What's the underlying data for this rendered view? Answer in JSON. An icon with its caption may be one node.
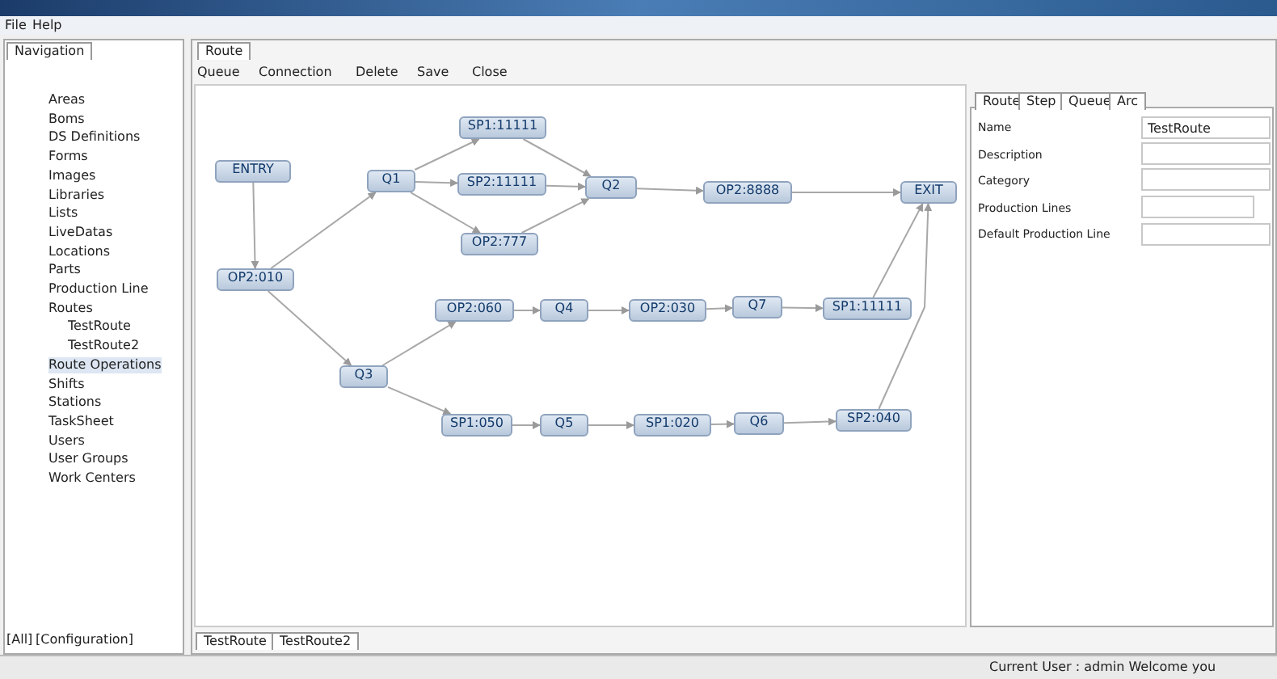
{
  "diagram": {
    "nodes": [
      {
        "text": [
          "ENTRY"
        ]
      },
      {
        "text": [
          "OP2:010"
        ]
      },
      {
        "text": [
          "Q1"
        ]
      },
      {
        "text": [
          "SP1:11111"
        ]
      },
      {
        "text": [
          "SP2:11111"
        ]
      },
      {
        "text": [
          "OP2:777"
        ]
      },
      {
        "text": [
          "Q2"
        ]
      },
      {
        "text": [
          "OP2:8888"
        ]
      },
      {
        "text": [
          "EXIT"
        ]
      },
      {
        "text": [
          "OP2:060"
        ]
      },
      {
        "text": [
          "Q4"
        ]
      },
      {
        "text": [
          "OP2:030"
        ]
      },
      {
        "text": [
          "Q7"
        ]
      },
      {
        "text": [
          "SP1:11111"
        ]
      },
      {
        "text": [
          "Q3"
        ]
      },
      {
        "text": [
          "SP1:050"
        ]
      },
      {
        "text": [
          "Q5"
        ]
      },
      {
        "text": [
          "SP1:020"
        ]
      },
      {
        "text": [
          "Q6"
        ]
      },
      {
        "text": [
          "SP2:040"
        ]
      }
    ],
    "edges": [
      {
        "from": 0,
        "to": 1,
        "arrow": "to"
      },
      {
        "from": 1,
        "to": 2,
        "arrow": "to"
      },
      {
        "from": 1,
        "to": 14,
        "arrow": "to"
      },
      {
        "from": 2,
        "to": 3,
        "arrow": "to"
      },
      {
        "from": 2,
        "to": 4,
        "arrow": "to"
      },
      {
        "from": 2,
        "to": 5,
        "arrow": "to"
      },
      {
        "from": 3,
        "to": 6,
        "arrow": "to"
      },
      {
        "from": 4,
        "to": 6,
        "arrow": "to"
      },
      {
        "from": 5,
        "to": 6,
        "arrow": "to"
      },
      {
        "from": 6,
        "to": 7,
        "arrow": "to"
      },
      {
        "from": 7,
        "to": 8,
        "arrow": "to"
      },
      {
        "from": 14,
        "to": 9,
        "arrow": "to"
      },
      {
        "from": 14,
        "to": 15,
        "arrow": "to"
      },
      {
        "from": 9,
        "to": 10,
        "arrow": "to"
      },
      {
        "from": 10,
        "to": 11,
        "arrow": "to"
      },
      {
        "from": 11,
        "to": 12,
        "arrow": "to"
      },
      {
        "from": 12,
        "to": 13,
        "arrow": "to"
      },
      {
        "from": 13,
        "to": 8,
        "arrow": "to"
      },
      {
        "from": 15,
        "to": 16,
        "arrow": "to"
      },
      {
        "from": 16,
        "to": 17,
        "arrow": "to"
      },
      {
        "from": 17,
        "to": 18,
        "arrow": "to"
      },
      {
        "from": 18,
        "to": 19,
        "arrow": "to"
      },
      {
        "from": 19,
        "to": 8,
        "arrow": "to"
      }
    ],
    "labels": [
      "File",
      "Help",
      "Navigation",
      "Areas",
      "Boms",
      "DS Definitions",
      "Forms",
      "Images",
      "Libraries",
      "Lists",
      "LiveDatas",
      "Locations",
      "Parts",
      "Production Line",
      "Routes",
      "TestRoute",
      "TestRoute2",
      "Route Operations",
      "Shifts",
      "Stations",
      "TaskSheet",
      "Users",
      "User Groups",
      "Work Centers",
      "[All]",
      "[Configuration]",
      "Route",
      "Queue",
      "Connection",
      "Delete",
      "Save",
      "Close",
      "Route",
      "Step",
      "Queue",
      "Arc",
      "Name",
      "TestRoute",
      "Description",
      "Category",
      "Production Lines",
      "Default Production Line",
      "TestRoute",
      "TestRoute2",
      "Current User : admin Welcome you"
    ]
  }
}
